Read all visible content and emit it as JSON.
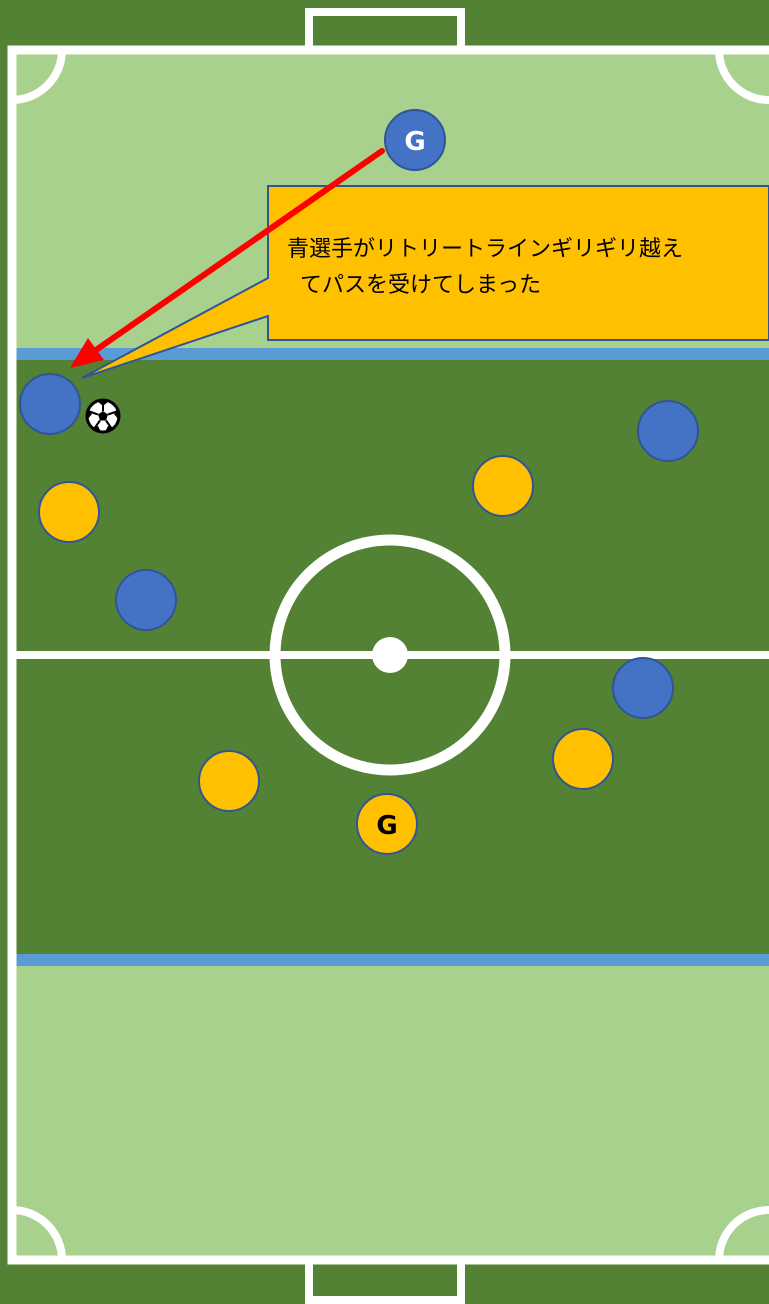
{
  "colors": {
    "outer": "#548235",
    "retreat_zone": "#a9d18e",
    "middle_zone": "#548235",
    "retreat_line": "#5b9bd5",
    "lines": "#ffffff",
    "blue_player": "#4472c4",
    "yellow_player": "#ffc000",
    "arrow": "#ff0000",
    "callout_fill": "#ffc000",
    "callout_border": "#2f5597"
  },
  "callout": {
    "line1": "青選手がリトリートラインギリギリ越え",
    "line2": "てパスを受けてしまった"
  },
  "goalkeepers": {
    "top_label": "G",
    "bottom_label": "G"
  },
  "icons": {
    "ball": "soccer-ball-icon",
    "arrow": "pass-arrow"
  }
}
